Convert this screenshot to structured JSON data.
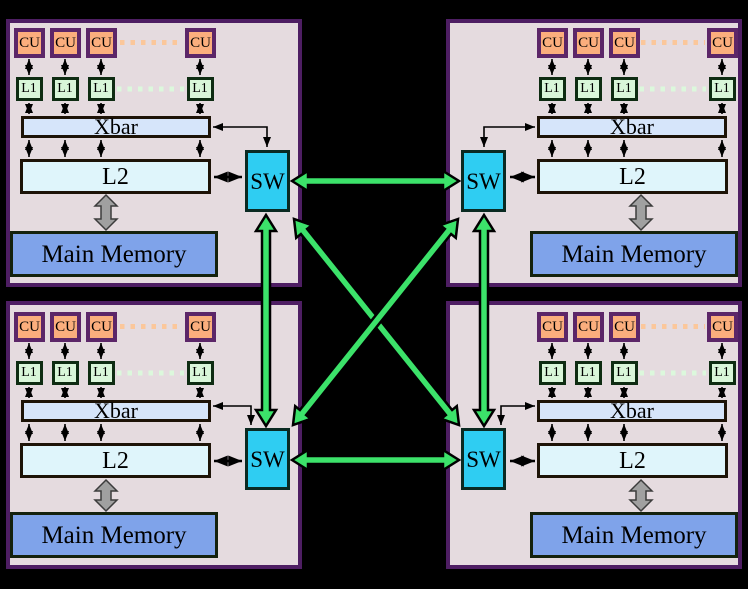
{
  "nodes": [
    {
      "name": "top-left",
      "cu": [
        "CU",
        "CU",
        "CU",
        "CU"
      ],
      "l1": [
        "L1",
        "L1",
        "L1",
        "L1"
      ],
      "xbar": "Xbar",
      "l2": "L2",
      "memory": "Main Memory",
      "switch": "SW"
    },
    {
      "name": "top-right",
      "cu": [
        "CU",
        "CU",
        "CU",
        "CU"
      ],
      "l1": [
        "L1",
        "L1",
        "L1",
        "L1"
      ],
      "xbar": "Xbar",
      "l2": "L2",
      "memory": "Main Memory",
      "switch": "SW"
    },
    {
      "name": "bottom-left",
      "cu": [
        "CU",
        "CU",
        "CU",
        "CU"
      ],
      "l1": [
        "L1",
        "L1",
        "L1",
        "L1"
      ],
      "xbar": "Xbar",
      "l2": "L2",
      "memory": "Main Memory",
      "switch": "SW"
    },
    {
      "name": "bottom-right",
      "cu": [
        "CU",
        "CU",
        "CU",
        "CU"
      ],
      "l1": [
        "L1",
        "L1",
        "L1",
        "L1"
      ],
      "xbar": "Xbar",
      "l2": "L2",
      "memory": "Main Memory",
      "switch": "SW"
    }
  ],
  "colors": {
    "background": "#000000",
    "node_fill": "#E5DBDF",
    "node_border": "#4E1E63",
    "cu_fill": "#FBAE7D",
    "cu_border": "#5C2668",
    "l1_fill": "#D9F6D9",
    "l1_border": "#0E2C12",
    "xbar_fill": "#D6E5FA",
    "l2_fill": "#DFF5FB",
    "memory_fill": "#7FA3EA",
    "switch_fill": "#2FCDF2",
    "link_green": "#3CE26A",
    "gray_arrow": "#A0A0A0",
    "dotted_orange": "#FBC79B",
    "dotted_green": "#DCF8DC",
    "arrow_black": "#000000"
  }
}
